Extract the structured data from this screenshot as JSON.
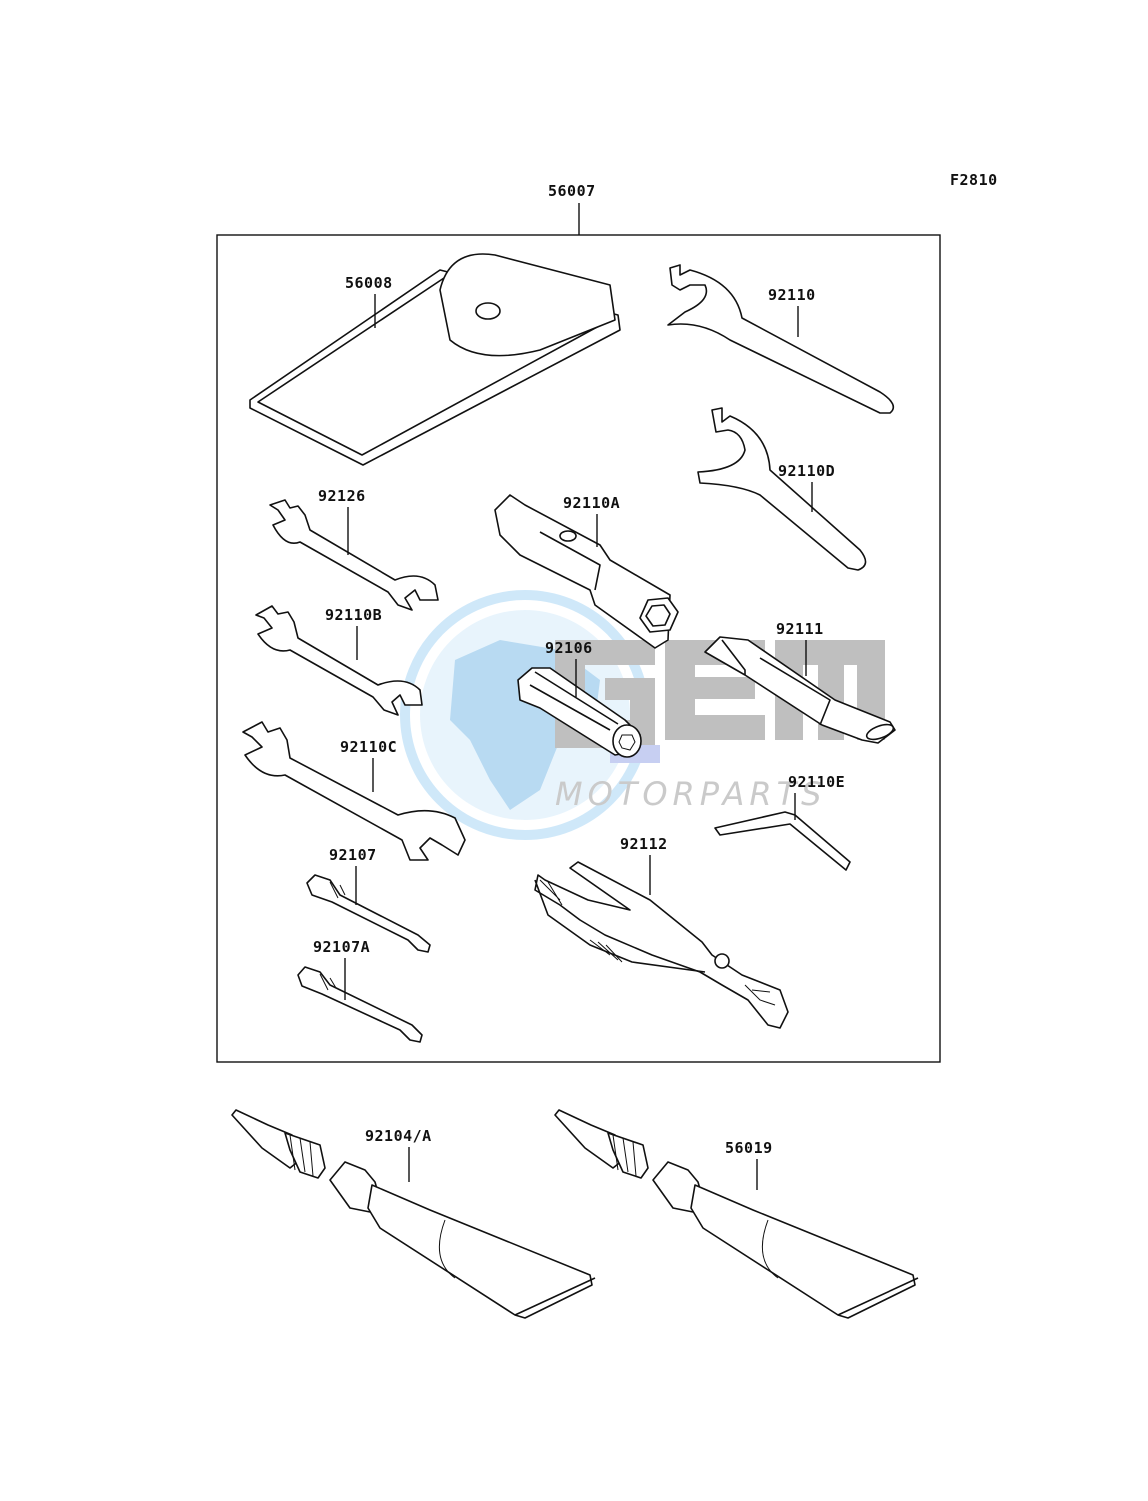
{
  "figure_code": "F2810",
  "kit_label": "56007",
  "watermark": {
    "brand": "GEM",
    "sub": "MOTORPARTS",
    "colors": {
      "globe": "#4da3e0",
      "globe_light": "#a9d6f5",
      "letters": "#8c8c8c",
      "accent": "#9aa8e8"
    }
  },
  "parts": [
    {
      "id": "56008",
      "name": "tool-bag"
    },
    {
      "id": "92110",
      "name": "spanner-hook"
    },
    {
      "id": "92110D",
      "name": "spanner-hook-small"
    },
    {
      "id": "92126",
      "name": "open-wrench"
    },
    {
      "id": "92110A",
      "name": "plug-wrench"
    },
    {
      "id": "92110B",
      "name": "open-wrench-b"
    },
    {
      "id": "92106",
      "name": "extension-bar"
    },
    {
      "id": "92111",
      "name": "handle-bar"
    },
    {
      "id": "92110C",
      "name": "open-wrench-c"
    },
    {
      "id": "92110E",
      "name": "hex-key"
    },
    {
      "id": "92107",
      "name": "screwdriver-bit"
    },
    {
      "id": "92112",
      "name": "pliers"
    },
    {
      "id": "92107A",
      "name": "screwdriver-bit-a"
    },
    {
      "id": "92104/A",
      "name": "grease-tube"
    },
    {
      "id": "56019",
      "name": "grease-tube-b"
    }
  ]
}
